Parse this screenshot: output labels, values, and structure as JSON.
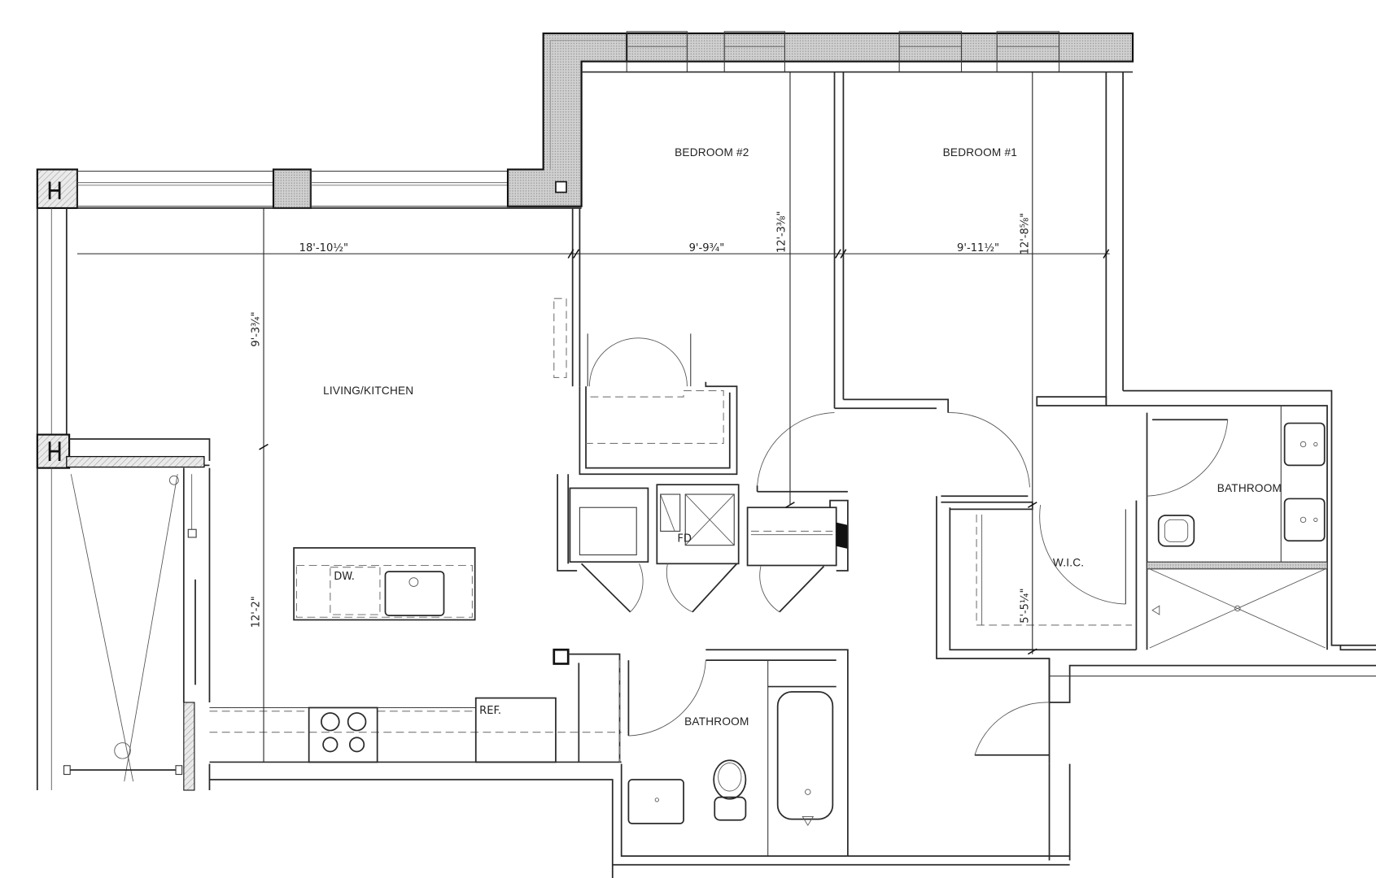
{
  "plan": {
    "title": "",
    "rooms": {
      "living_kitchen": "LIVING/KITCHEN",
      "bedroom2": "BEDROOM #2",
      "bedroom1": "BEDROOM #1",
      "bathroom_main": "BATHROOM",
      "bathroom_ensuite": "BATHROOM",
      "wic": "W.I.C."
    },
    "fixtures": {
      "dishwasher": "DW.",
      "refrigerator": "REF.",
      "floor_drain": "FD"
    },
    "dimensions": {
      "living_width": "18'-10½\"",
      "living_depth_upper": "9'-3¾\"",
      "living_depth_lower": "12'-2\"",
      "bedroom2_width": "9'-9¾\"",
      "bedroom2_depth": "12'-3⅜\"",
      "bedroom1_width": "9'-11½\"",
      "bedroom1_depth": "12'-8⅝\"",
      "wic_depth": "5'-5¼\""
    },
    "colors": {
      "line": "#2a2a2a",
      "wall_fill": "#d9d9d9",
      "background": "#ffffff"
    }
  }
}
